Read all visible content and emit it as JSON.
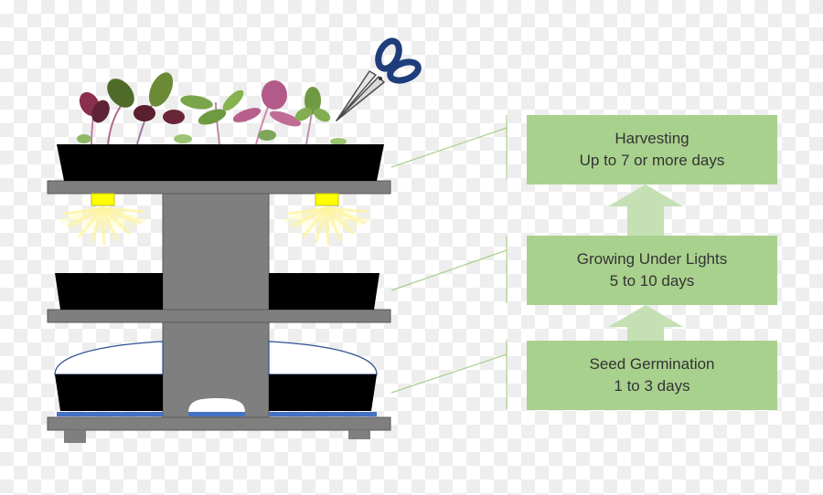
{
  "stages": [
    {
      "name": "Harvesting",
      "duration": "Up to 7 or more days"
    },
    {
      "name": "Growing Under Lights",
      "duration": "5 to 10 days"
    },
    {
      "name": "Seed Germination",
      "duration": "1 to 3 days"
    }
  ],
  "colors": {
    "stage_box": "#a9d18e",
    "arrow": "#c5e0b4",
    "connector_line": "#a9d18e",
    "shelf": "#7f7f7f",
    "tray": "#000000",
    "dome": "#ffffff",
    "mat": "#4472c4",
    "light": "#ffff00",
    "scissors_handle": "#1f3d7a"
  },
  "icons": [
    "microgreens",
    "scissors-icon",
    "grow-light",
    "humidity-dome"
  ]
}
